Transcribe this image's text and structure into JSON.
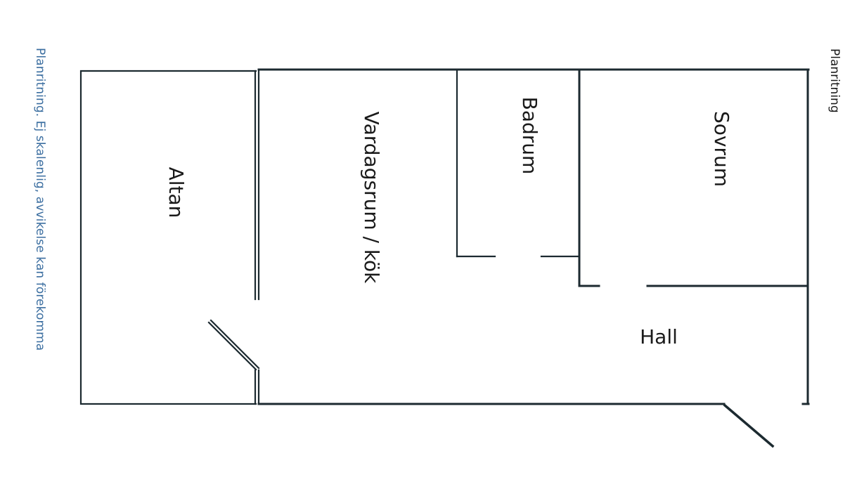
{
  "notes": {
    "left_caption": "Planritning. Ej skalenlig, avvikelse kan förekomma",
    "right_caption": "Planritning"
  },
  "rooms": {
    "altan": "Altan",
    "vardagsrum": "Vardagsrum / kök",
    "badrum": "Badrum",
    "sovrum": "Sovrum",
    "hall": "Hall"
  },
  "colors": {
    "walls": "#1c2a30",
    "caption_left": "#3b6ea0",
    "caption_right": "#1a1a1a"
  }
}
